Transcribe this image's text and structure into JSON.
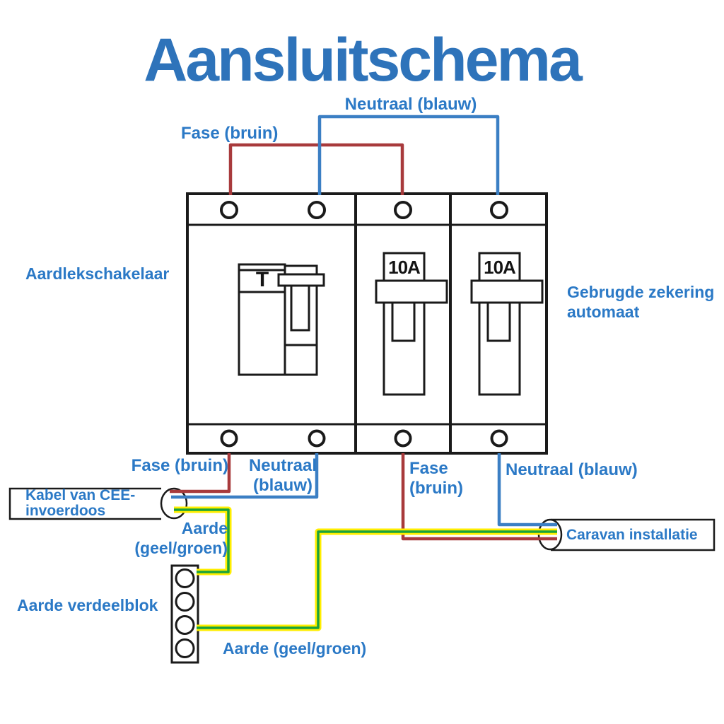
{
  "title": "Aansluitschema",
  "colors": {
    "title_blue": "#2e73ba",
    "label_blue": "#2b79c6",
    "fase_wire_red": "#a83a3c",
    "neutraal_wire_blue": "#3b7fc4",
    "aarde_wire_yellow": "#ffee00",
    "aarde_wire_green": "#1aa23c",
    "outline_black": "#1a1a1a"
  },
  "labels": {
    "neutraal_top": "Neutraal (blauw)",
    "fase_top": "Fase (bruin)",
    "aardlekschakelaar": "Aardlekschakelaar",
    "gebrugde_zekering": "Gebrugde zekering\nautomaat",
    "fase_bottom_left": "Fase (bruin)",
    "neutraal_bottom_left": "Neutraal\n(blauw)",
    "kabel_cee": "Kabel van CEE-\ninvoerdoos",
    "aarde_cee": "Aarde\n(geel/groen)",
    "fase_bottom_mid": "Fase\n(bruin)",
    "neutraal_bottom_right": "Neutraal (blauw)",
    "aarde_verdeelblok": "Aarde verdeelblok",
    "aarde_bottom": "Aarde (geel/groen)",
    "caravan": "Caravan installatie"
  },
  "components": {
    "rcd_test_button": "T",
    "breaker1_rating": "10A",
    "breaker2_rating": "10A"
  }
}
